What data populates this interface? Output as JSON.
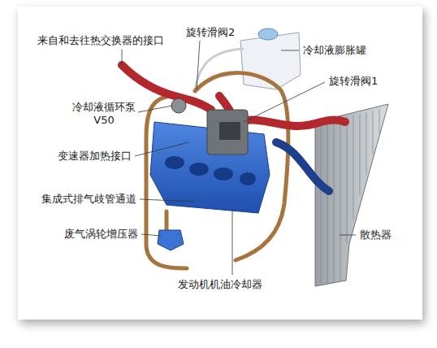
{
  "diagram": {
    "labels": [
      "来自和去往热交换器的接口",
      "旋转滑阀2",
      "冷却液膨胀罐",
      "旋转滑阀1",
      "冷却液循环泵 V50",
      "变速器加热接口",
      "集成式排气歧管通道",
      "废气涡轮增压器",
      "散热器",
      "发动机机油冷却器"
    ]
  }
}
